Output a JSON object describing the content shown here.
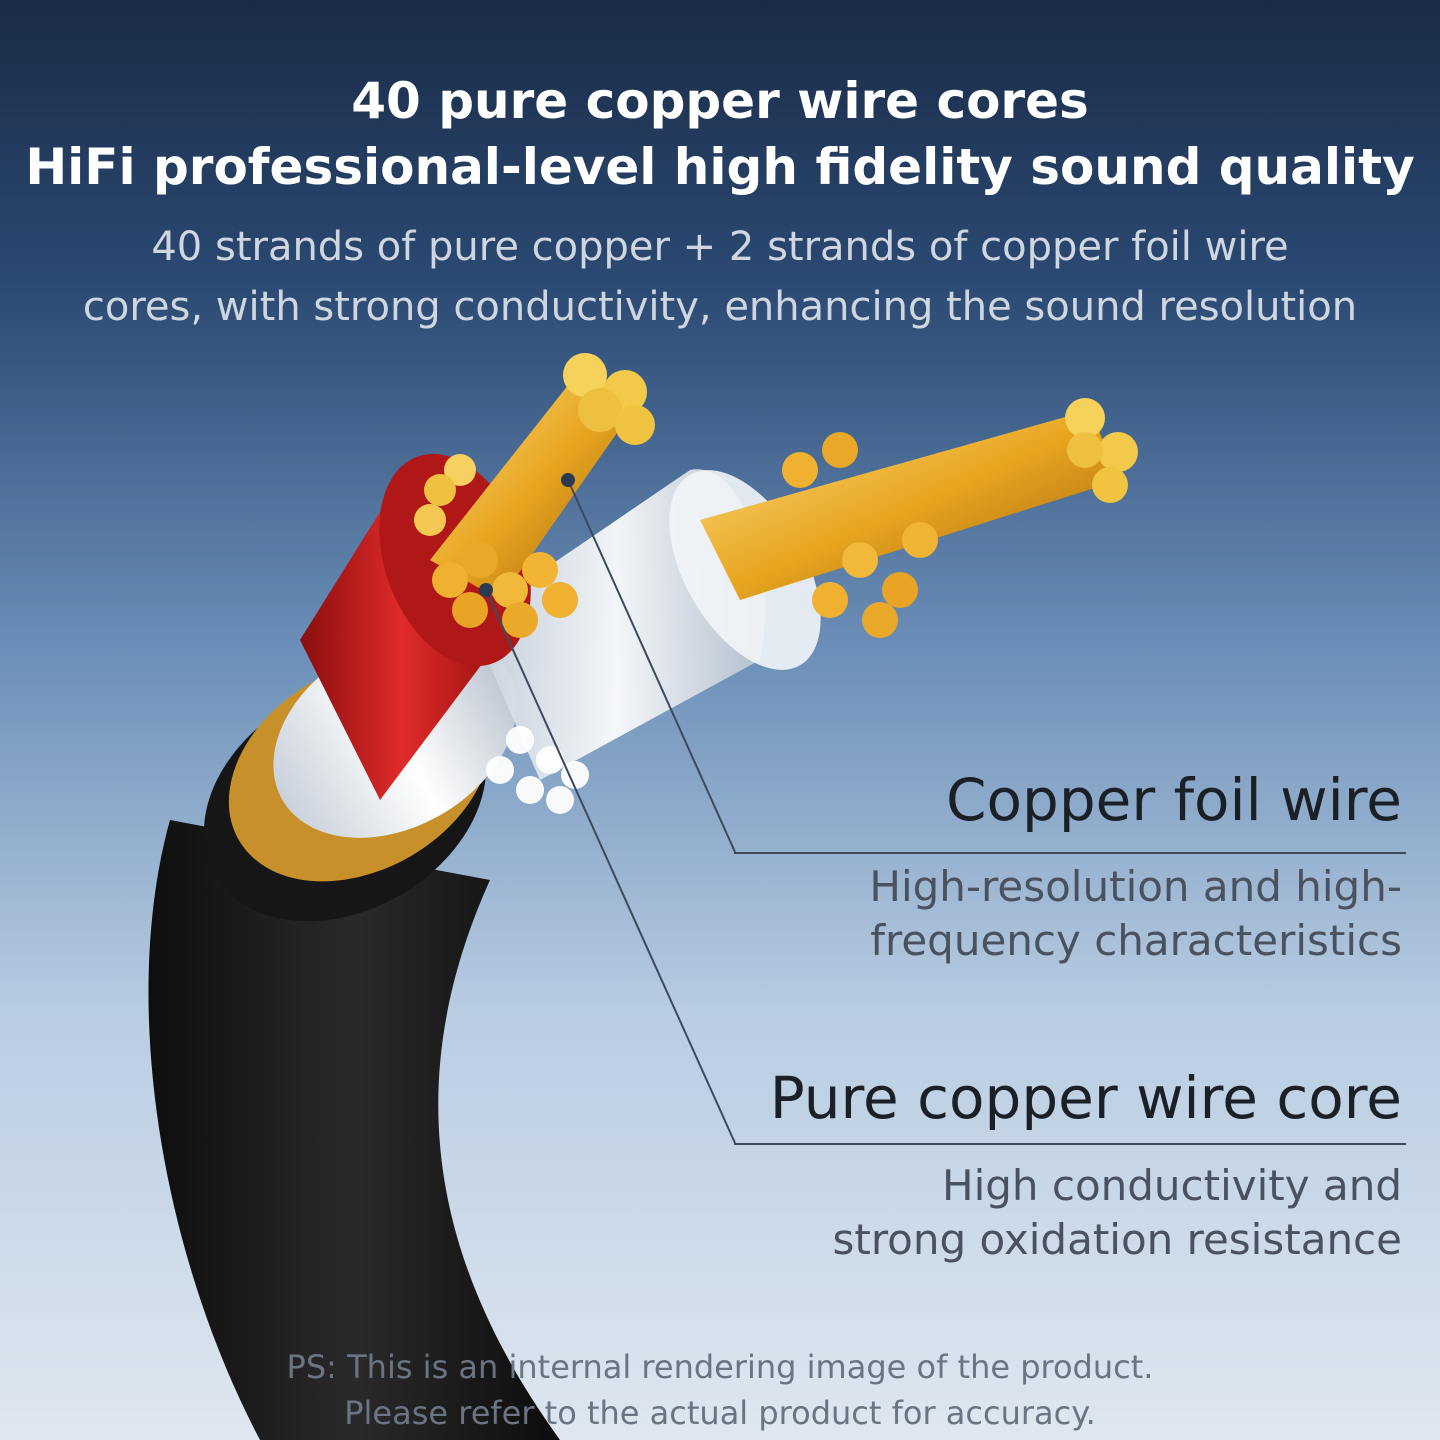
{
  "header": {
    "line1": "40 pure copper wire cores",
    "line2": "HiFi professional-level high fidelity sound quality",
    "sub1": "40 strands of pure copper + 2 strands of copper foil wire",
    "sub2": "cores, with strong conductivity, enhancing the sound resolution"
  },
  "callouts": [
    {
      "title": "Copper foil wire",
      "desc1": "High-resolution and high-",
      "desc2": "frequency characteristics"
    },
    {
      "title": "Pure copper wire core",
      "desc1": "High conductivity and",
      "desc2": "strong oxidation resistance"
    }
  ],
  "disclaimer": {
    "line1": "PS: This is an internal rendering image of the product.",
    "line2": "Please refer to the actual product for accuracy."
  },
  "colors": {
    "copper": "#e8a620",
    "red_insulation": "#c81e1e",
    "outer_jacket": "#1c1c1c"
  }
}
